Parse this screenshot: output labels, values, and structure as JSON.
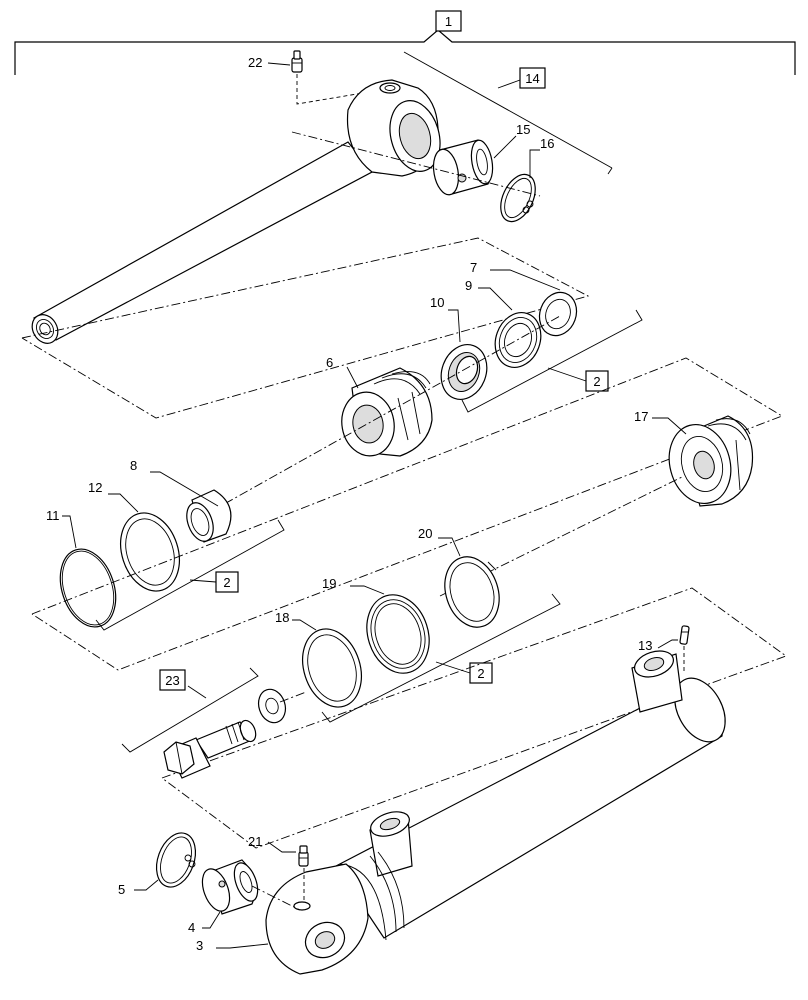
{
  "callouts": {
    "c1": "1",
    "c2a": "2",
    "c2b": "2",
    "c2c": "2",
    "c3": "3",
    "c4": "4",
    "c5": "5",
    "c6": "6",
    "c7": "7",
    "c8": "8",
    "c9": "9",
    "c10": "10",
    "c11": "11",
    "c12": "12",
    "c13": "13",
    "c14": "14",
    "c15": "15",
    "c16": "16",
    "c17": "17",
    "c18": "18",
    "c19": "19",
    "c20": "20",
    "c21": "21",
    "c22": "22",
    "c23": "23"
  }
}
